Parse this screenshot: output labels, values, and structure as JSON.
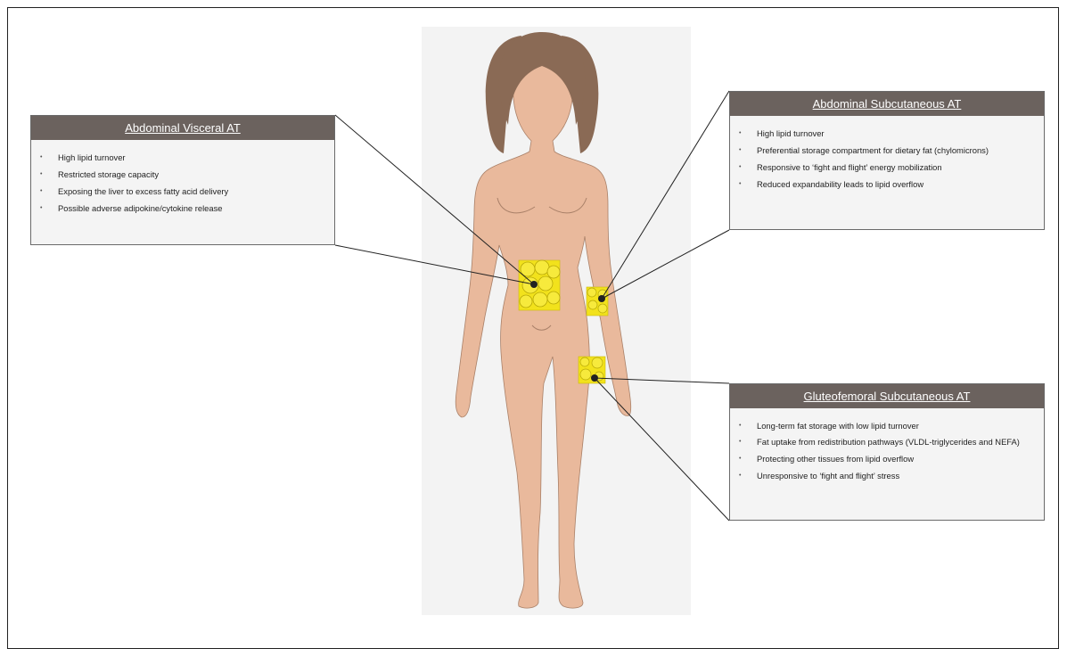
{
  "panels": {
    "visceral": {
      "title": "Abdominal Visceral AT",
      "items": [
        "High lipid turnover",
        "Restricted storage capacity",
        "Exposing the liver to excess fatty acid delivery",
        "Possible adverse adipokine/cytokine release"
      ]
    },
    "abdominal_subcutaneous": {
      "title": "Abdominal Subcutaneous AT",
      "items": [
        "High lipid turnover",
        "Preferential storage compartment for dietary fat (chylomicrons)",
        "Responsive to ‘fight and flight’ energy mobilization",
        "Reduced expandability leads to lipid overflow"
      ]
    },
    "gluteofemoral": {
      "title": "Gluteofemoral Subcutaneous AT",
      "items": [
        "Long-term fat storage with low lipid turnover",
        "Fat uptake from redistribution pathways (VLDL-triglycerides and NEFA)",
        "Protecting other tissues from lipid overflow",
        "Unresponsive to ‘fight and flight’ stress"
      ]
    }
  },
  "colors": {
    "header_bg": "#6b625e",
    "panel_bg": "#f4f4f4",
    "skin": "#e8b89b",
    "hair": "#8a6a55",
    "fat_tissue": "#f2e21c"
  }
}
